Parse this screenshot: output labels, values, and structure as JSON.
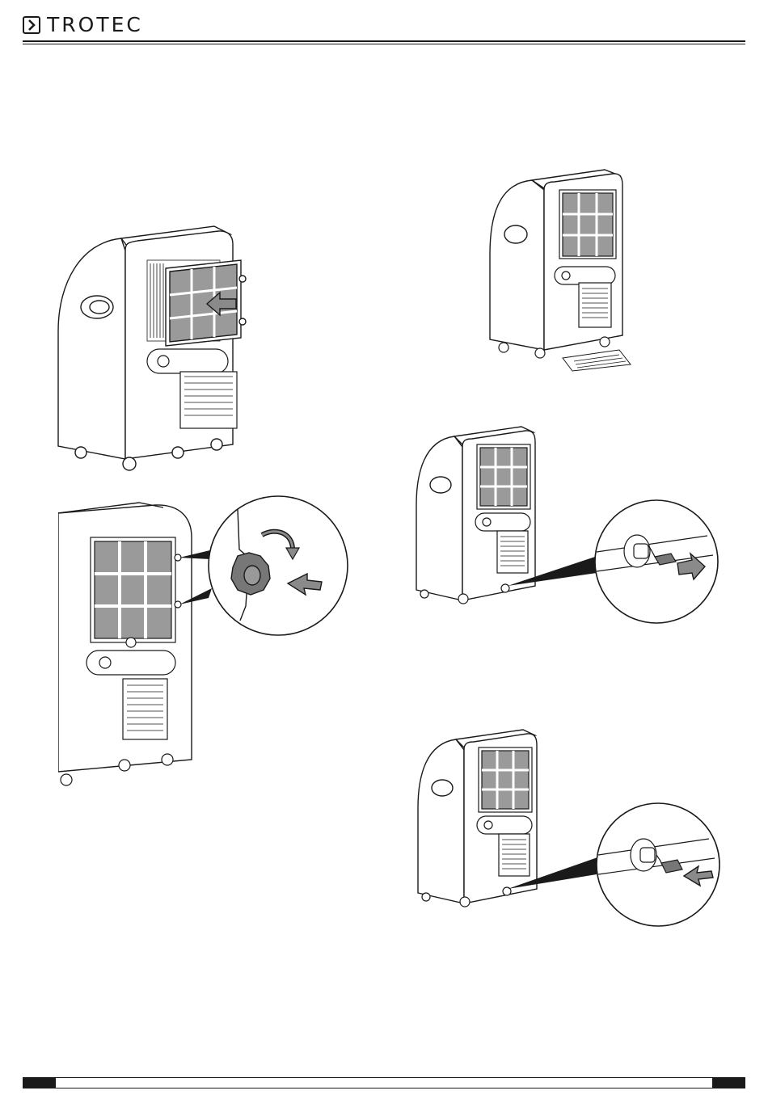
{
  "header": {
    "brand": "TROTEC",
    "logo_icon": "chevron-right-icon"
  },
  "figures": [
    {
      "name": "filter-insertion",
      "icons": [
        "arrow-left-icon"
      ]
    },
    {
      "name": "filter-fastening-detail",
      "icons": [
        "rotate-arrow-icon",
        "arrow-left-icon"
      ]
    },
    {
      "name": "unit-with-lower-filter"
    },
    {
      "name": "drain-plug-removal",
      "icons": [
        "arrow-right-icon"
      ]
    },
    {
      "name": "drain-plug-insertion",
      "icons": [
        "arrow-left-icon"
      ]
    }
  ],
  "colors": {
    "line": "#1a1a1a",
    "arrow_fill": "#8a8a8a",
    "knob_fill": "#777777",
    "grille": "#9a9a9a"
  }
}
